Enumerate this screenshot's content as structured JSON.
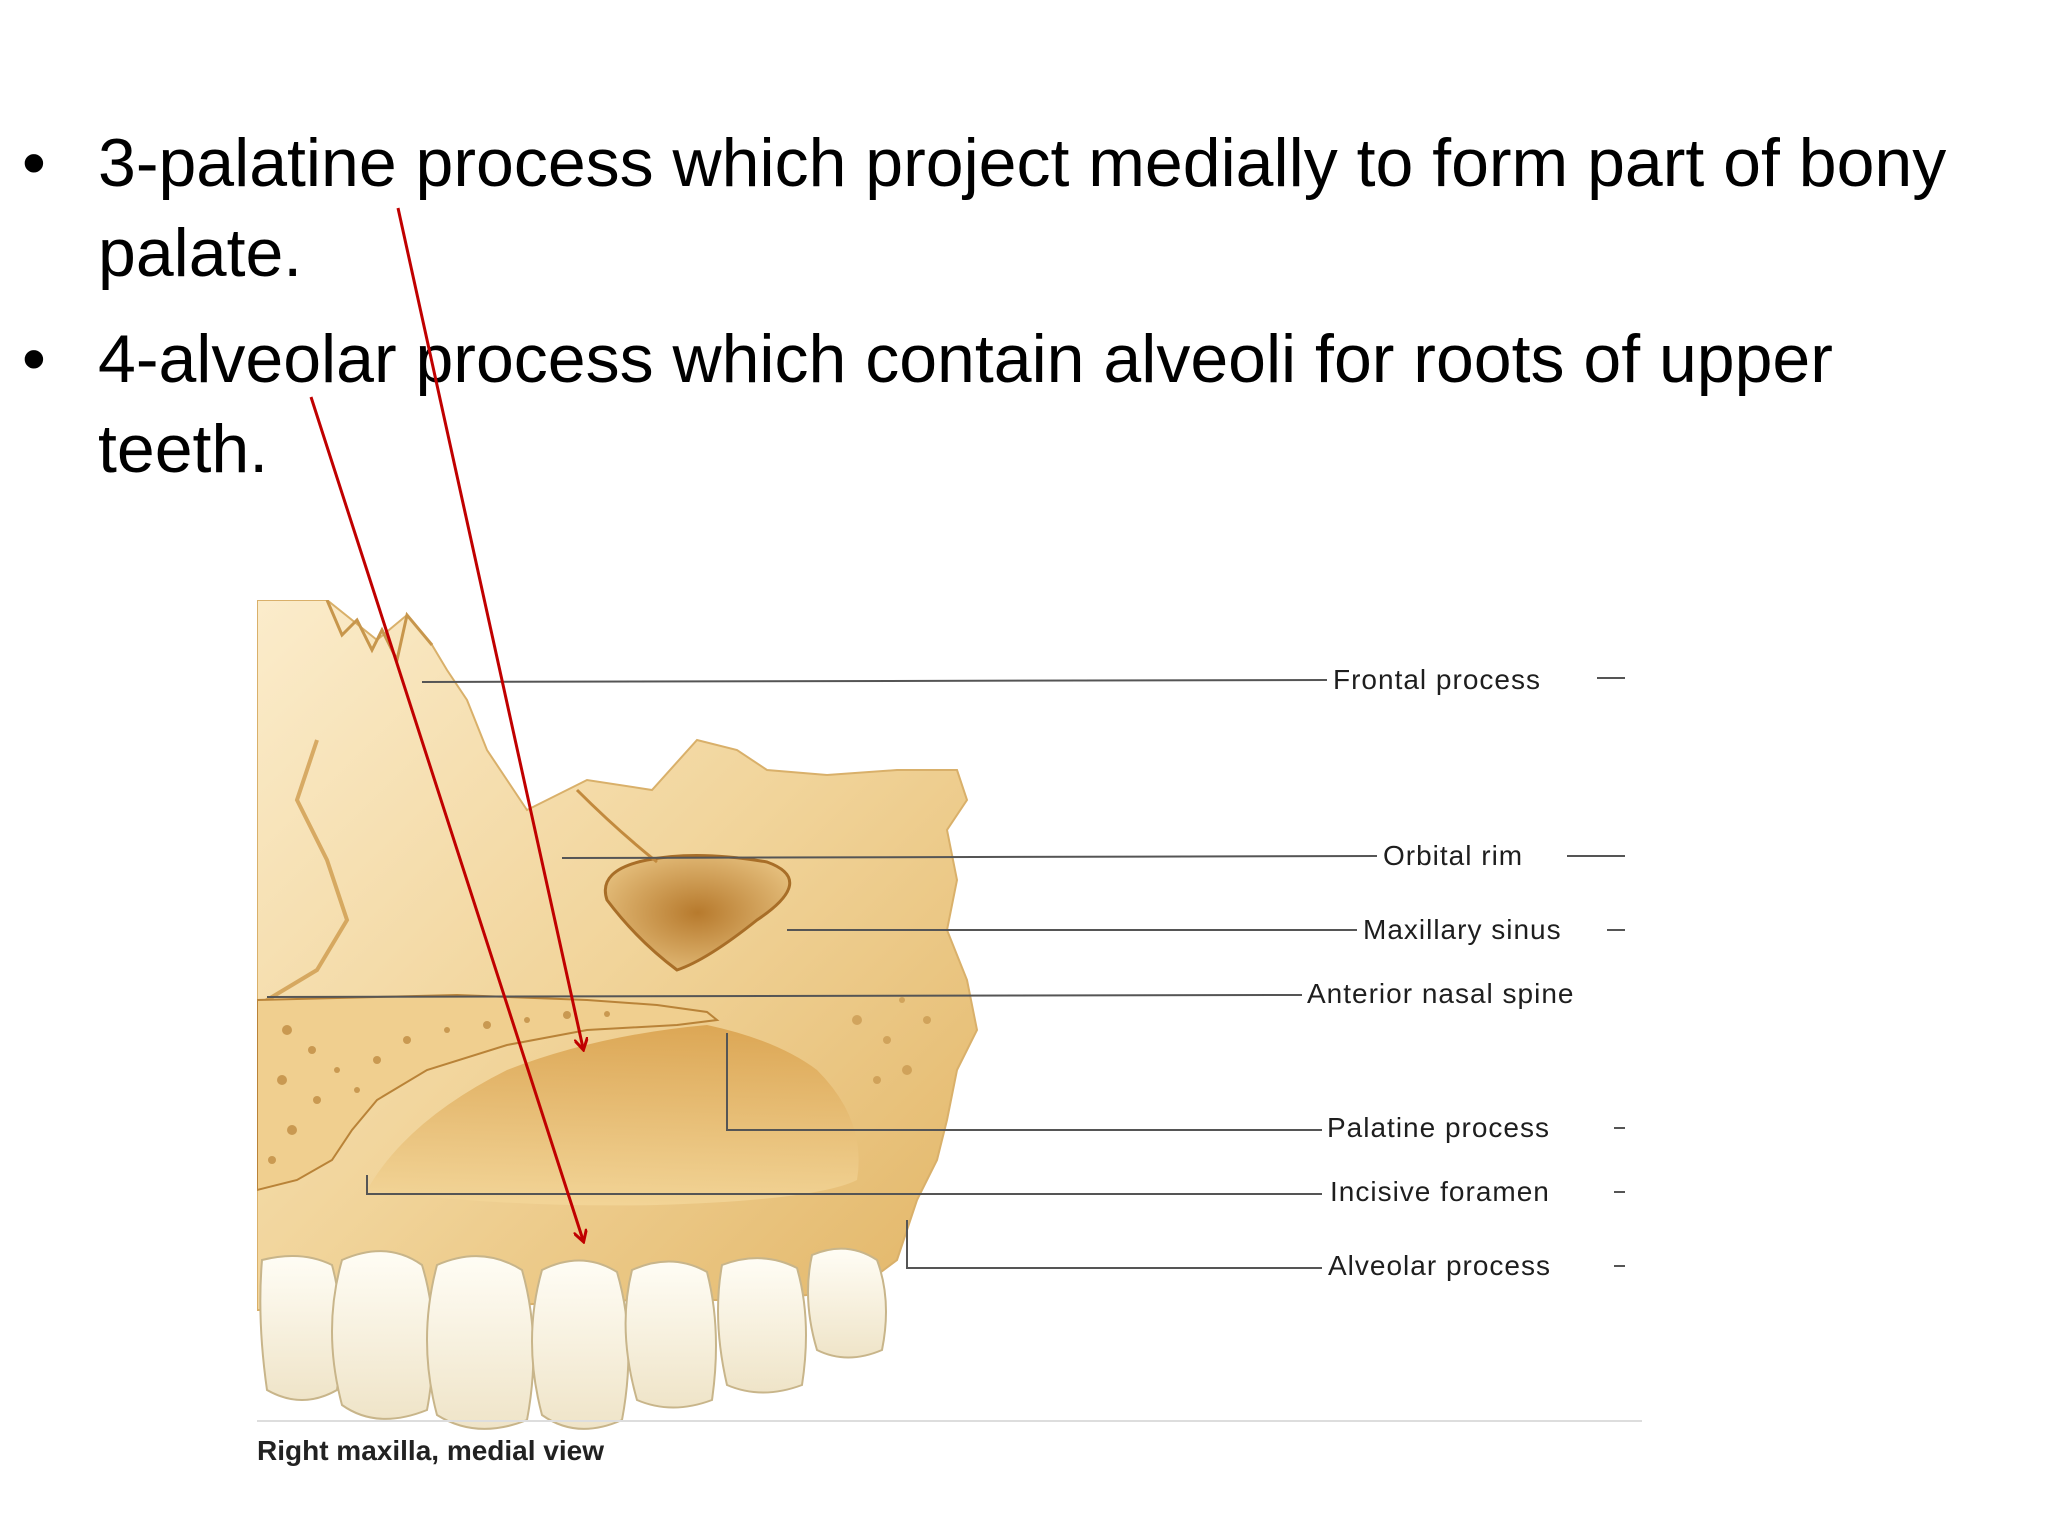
{
  "bullets": [
    {
      "marker": "•",
      "text": "3-palatine process which project medially to form part of bony palate."
    },
    {
      "marker": "•",
      "text": "4-alveolar process which contain alveoli for roots of upper teeth."
    }
  ],
  "figure": {
    "caption": "Right maxilla, medial view",
    "labels": {
      "frontal_process": "Frontal process",
      "orbital_rim": "Orbital rim",
      "maxillary_sinus": "Maxillary sinus",
      "anterior_nasal_spine": "Anterior nasal spine",
      "palatine_process": "Palatine process",
      "incisive_foramen": "Incisive foramen",
      "alveolar_process": "Alveolar process"
    }
  },
  "colors": {
    "bone_light": "#f4dfb0",
    "bone_mid": "#e7c27e",
    "bone_dark": "#c9913f",
    "tooth": "#fbf7ec",
    "arrow": "#c00000",
    "leader_line": "#555555"
  }
}
